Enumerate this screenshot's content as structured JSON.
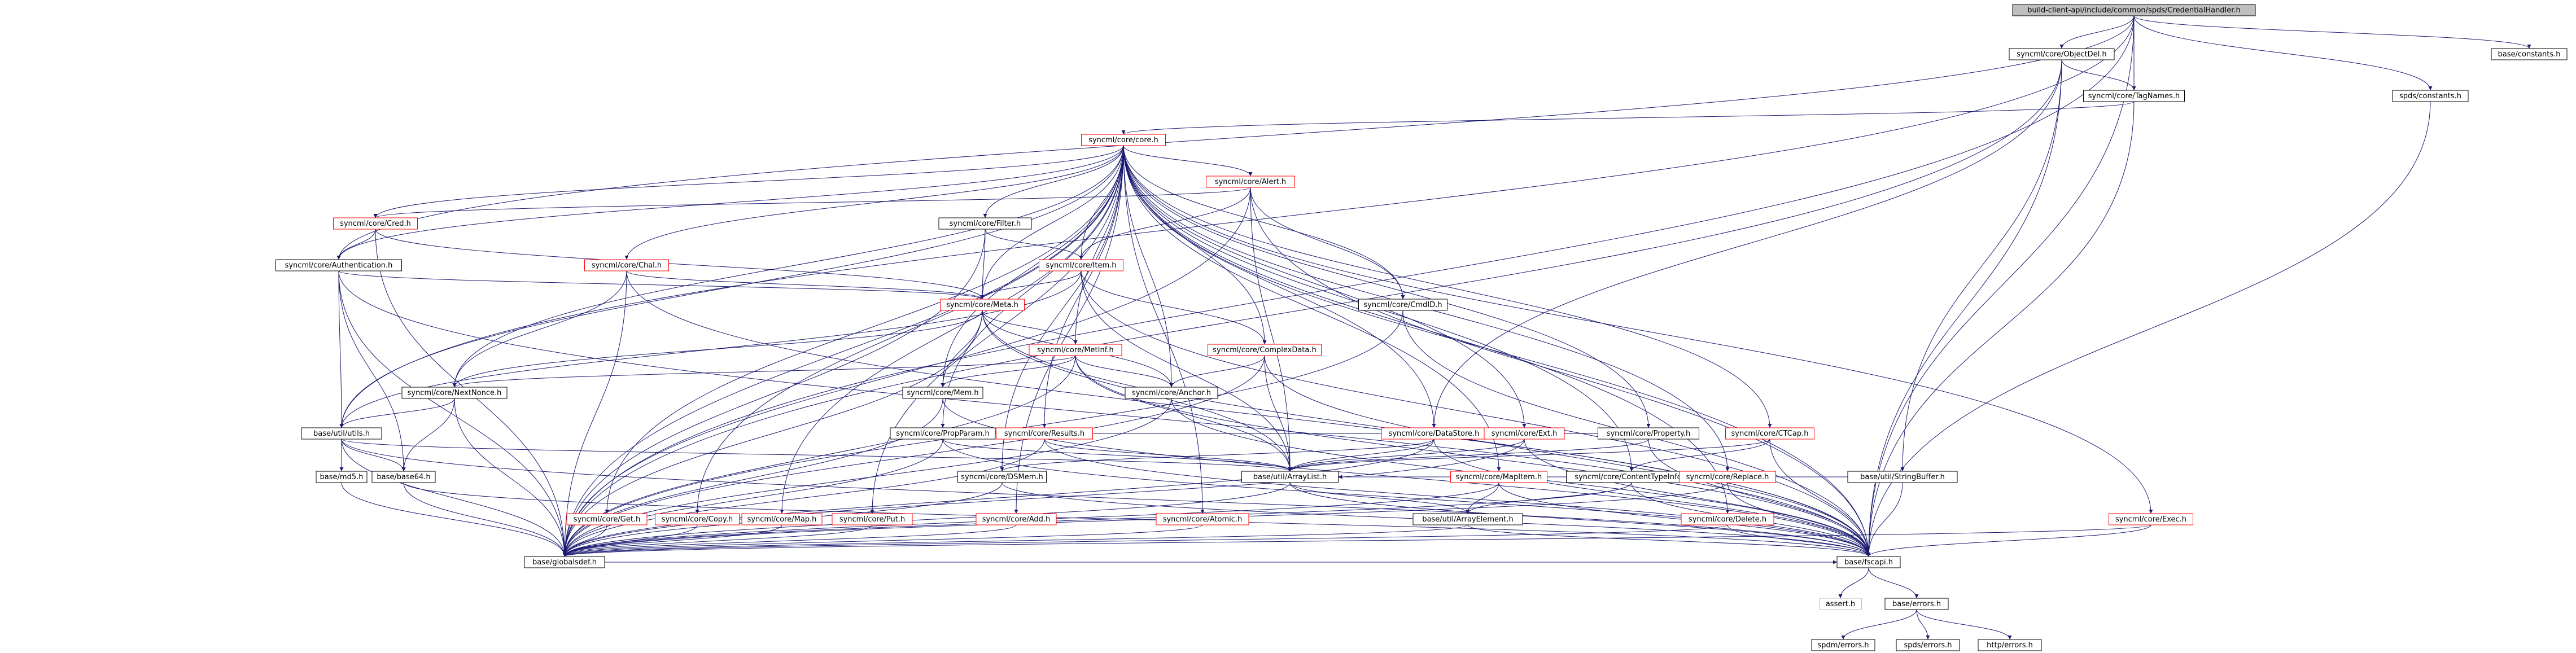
{
  "colors": {
    "background": "#ffffff",
    "edge": "#191970",
    "node_border_default": "#000000",
    "node_border_incomplete": "#ff0000",
    "node_border_missing": "#bfbfbf",
    "root_fill": "#bfbfbf",
    "text": "#000000"
  },
  "nodes": [
    {
      "id": "root",
      "label": "build-client-api/include/common/spds/CredentialHandler.h",
      "style": "root"
    },
    {
      "id": "objectdef",
      "label": "syncml/core/ObjectDel.h",
      "style": "normal"
    },
    {
      "id": "constants",
      "label": "base/constants.h",
      "style": "normal"
    },
    {
      "id": "tagnames",
      "label": "syncml/core/TagNames.h",
      "style": "normal"
    },
    {
      "id": "spdsconstants",
      "label": "spds/constants.h",
      "style": "normal"
    },
    {
      "id": "core",
      "label": "syncml/core/core.h",
      "style": "incomplete"
    },
    {
      "id": "alert",
      "label": "syncml/core/Alert.h",
      "style": "incomplete"
    },
    {
      "id": "cred",
      "label": "syncml/core/Cred.h",
      "style": "incomplete"
    },
    {
      "id": "filter",
      "label": "syncml/core/Filter.h",
      "style": "normal"
    },
    {
      "id": "authentication",
      "label": "syncml/core/Authentication.h",
      "style": "normal"
    },
    {
      "id": "chal",
      "label": "syncml/core/Chal.h",
      "style": "incomplete"
    },
    {
      "id": "item",
      "label": "syncml/core/Item.h",
      "style": "incomplete"
    },
    {
      "id": "cmdid",
      "label": "syncml/core/CmdID.h",
      "style": "normal"
    },
    {
      "id": "meta",
      "label": "syncml/core/Meta.h",
      "style": "incomplete"
    },
    {
      "id": "metinf",
      "label": "syncml/core/MetInf.h",
      "style": "incomplete"
    },
    {
      "id": "complexdata",
      "label": "syncml/core/ComplexData.h",
      "style": "incomplete"
    },
    {
      "id": "nextnonce",
      "label": "syncml/core/NextNonce.h",
      "style": "normal"
    },
    {
      "id": "mem",
      "label": "syncml/core/Mem.h",
      "style": "normal"
    },
    {
      "id": "anchor",
      "label": "syncml/core/Anchor.h",
      "style": "normal"
    },
    {
      "id": "utils",
      "label": "base/util/utils.h",
      "style": "normal"
    },
    {
      "id": "propparam",
      "label": "syncml/core/PropParam.h",
      "style": "normal"
    },
    {
      "id": "results",
      "label": "syncml/core/Results.h",
      "style": "incomplete"
    },
    {
      "id": "datastore",
      "label": "syncml/core/DataStore.h",
      "style": "incomplete"
    },
    {
      "id": "ext",
      "label": "syncml/core/Ext.h",
      "style": "incomplete"
    },
    {
      "id": "property",
      "label": "syncml/core/Property.h",
      "style": "normal"
    },
    {
      "id": "ctcap",
      "label": "syncml/core/CTCap.h",
      "style": "incomplete"
    },
    {
      "id": "md5",
      "label": "base/md5.h",
      "style": "normal"
    },
    {
      "id": "base64",
      "label": "base/base64.h",
      "style": "normal"
    },
    {
      "id": "dsmem",
      "label": "syncml/core/DSMem.h",
      "style": "normal"
    },
    {
      "id": "arraylist",
      "label": "base/util/ArrayList.h",
      "style": "normal"
    },
    {
      "id": "mapitem",
      "label": "syncml/core/MapItem.h",
      "style": "incomplete"
    },
    {
      "id": "contenttypeinfo",
      "label": "syncml/core/ContentTypeInfo.h",
      "style": "normal"
    },
    {
      "id": "replace",
      "label": "syncml/core/Replace.h",
      "style": "incomplete"
    },
    {
      "id": "stringbuffer",
      "label": "base/util/StringBuffer.h",
      "style": "normal"
    },
    {
      "id": "get",
      "label": "syncml/core/Get.h",
      "style": "incomplete"
    },
    {
      "id": "copy",
      "label": "syncml/core/Copy.h",
      "style": "incomplete"
    },
    {
      "id": "map",
      "label": "syncml/core/Map.h",
      "style": "incomplete"
    },
    {
      "id": "put",
      "label": "syncml/core/Put.h",
      "style": "incomplete"
    },
    {
      "id": "add",
      "label": "syncml/core/Add.h",
      "style": "incomplete"
    },
    {
      "id": "atomic",
      "label": "syncml/core/Atomic.h",
      "style": "incomplete"
    },
    {
      "id": "arrayelement",
      "label": "base/util/ArrayElement.h",
      "style": "normal"
    },
    {
      "id": "delete",
      "label": "syncml/core/Delete.h",
      "style": "incomplete"
    },
    {
      "id": "exec",
      "label": "syncml/core/Exec.h",
      "style": "incomplete"
    },
    {
      "id": "globaldef",
      "label": "base/globalsdef.h",
      "style": "normal"
    },
    {
      "id": "fscapi",
      "label": "base/fscapi.h",
      "style": "normal"
    },
    {
      "id": "assert",
      "label": "assert.h",
      "style": "missing"
    },
    {
      "id": "baseerrors",
      "label": "base/errors.h",
      "style": "normal"
    },
    {
      "id": "spdmerrors",
      "label": "spdm/errors.h",
      "style": "normal"
    },
    {
      "id": "spdserrors",
      "label": "spds/errors.h",
      "style": "normal"
    },
    {
      "id": "httperrors",
      "label": "http/errors.h",
      "style": "normal"
    }
  ],
  "edges": [
    [
      "root",
      "objectdef"
    ],
    [
      "root",
      "constants"
    ],
    [
      "root",
      "tagnames"
    ],
    [
      "root",
      "spdsconstants"
    ],
    [
      "root",
      "utils"
    ],
    [
      "root",
      "globaldef"
    ],
    [
      "root",
      "fscapi"
    ],
    [
      "root",
      "authentication"
    ],
    [
      "objectdef",
      "tagnames"
    ],
    [
      "objectdef",
      "stringbuffer"
    ],
    [
      "objectdef",
      "fscapi"
    ],
    [
      "objectdef",
      "globaldef"
    ],
    [
      "objectdef",
      "datastore"
    ],
    [
      "tagnames",
      "core"
    ],
    [
      "tagnames",
      "fscapi"
    ],
    [
      "spdsconstants",
      "fscapi"
    ],
    [
      "core",
      "alert"
    ],
    [
      "core",
      "cred"
    ],
    [
      "core",
      "filter"
    ],
    [
      "core",
      "authentication"
    ],
    [
      "core",
      "chal"
    ],
    [
      "core",
      "item"
    ],
    [
      "core",
      "cmdid"
    ],
    [
      "core",
      "meta"
    ],
    [
      "core",
      "metinf"
    ],
    [
      "core",
      "complexdata"
    ],
    [
      "core",
      "nextnonce"
    ],
    [
      "core",
      "mem"
    ],
    [
      "core",
      "anchor"
    ],
    [
      "core",
      "propparam"
    ],
    [
      "core",
      "results"
    ],
    [
      "core",
      "datastore"
    ],
    [
      "core",
      "ext"
    ],
    [
      "core",
      "property"
    ],
    [
      "core",
      "ctcap"
    ],
    [
      "core",
      "dsmem"
    ],
    [
      "core",
      "mapitem"
    ],
    [
      "core",
      "contenttypeinfo"
    ],
    [
      "core",
      "replace"
    ],
    [
      "core",
      "get"
    ],
    [
      "core",
      "copy"
    ],
    [
      "core",
      "map"
    ],
    [
      "core",
      "put"
    ],
    [
      "core",
      "add"
    ],
    [
      "core",
      "atomic"
    ],
    [
      "core",
      "delete"
    ],
    [
      "core",
      "exec"
    ],
    [
      "core",
      "fscapi"
    ],
    [
      "core",
      "globaldef"
    ],
    [
      "core",
      "utils"
    ],
    [
      "alert",
      "cred"
    ],
    [
      "alert",
      "item"
    ],
    [
      "alert",
      "cmdid"
    ],
    [
      "alert",
      "arraylist"
    ],
    [
      "alert",
      "fscapi"
    ],
    [
      "alert",
      "globaldef"
    ],
    [
      "cred",
      "authentication"
    ],
    [
      "cred",
      "meta"
    ],
    [
      "cred",
      "globaldef"
    ],
    [
      "filter",
      "item"
    ],
    [
      "filter",
      "meta"
    ],
    [
      "filter",
      "globaldef"
    ],
    [
      "authentication",
      "meta"
    ],
    [
      "authentication",
      "utils"
    ],
    [
      "authentication",
      "base64"
    ],
    [
      "authentication",
      "globaldef"
    ],
    [
      "authentication",
      "fscapi"
    ],
    [
      "chal",
      "meta"
    ],
    [
      "chal",
      "nextnonce"
    ],
    [
      "chal",
      "globaldef"
    ],
    [
      "chal",
      "fscapi"
    ],
    [
      "item",
      "meta"
    ],
    [
      "item",
      "complexdata"
    ],
    [
      "item",
      "utils"
    ],
    [
      "item",
      "arraylist"
    ],
    [
      "item",
      "fscapi"
    ],
    [
      "cmdid",
      "globaldef"
    ],
    [
      "cmdid",
      "fscapi"
    ],
    [
      "meta",
      "metinf"
    ],
    [
      "meta",
      "mem"
    ],
    [
      "meta",
      "anchor"
    ],
    [
      "meta",
      "nextnonce"
    ],
    [
      "meta",
      "arraylist"
    ],
    [
      "meta",
      "globaldef"
    ],
    [
      "meta",
      "fscapi"
    ],
    [
      "metinf",
      "mem"
    ],
    [
      "metinf",
      "anchor"
    ],
    [
      "metinf",
      "nextnonce"
    ],
    [
      "metinf",
      "arraylist"
    ],
    [
      "metinf",
      "globaldef"
    ],
    [
      "metinf",
      "fscapi"
    ],
    [
      "complexdata",
      "anchor"
    ],
    [
      "complexdata",
      "arraylist"
    ],
    [
      "complexdata",
      "globaldef"
    ],
    [
      "complexdata",
      "fscapi"
    ],
    [
      "nextnonce",
      "utils"
    ],
    [
      "nextnonce",
      "base64"
    ],
    [
      "nextnonce",
      "globaldef"
    ],
    [
      "mem",
      "globaldef"
    ],
    [
      "mem",
      "fscapi"
    ],
    [
      "anchor",
      "globaldef"
    ],
    [
      "anchor",
      "fscapi"
    ],
    [
      "utils",
      "md5"
    ],
    [
      "utils",
      "base64"
    ],
    [
      "utils",
      "arraylist"
    ],
    [
      "utils",
      "globaldef"
    ],
    [
      "utils",
      "fscapi"
    ],
    [
      "propparam",
      "arraylist"
    ],
    [
      "propparam",
      "globaldef"
    ],
    [
      "propparam",
      "fscapi"
    ],
    [
      "results",
      "arraylist"
    ],
    [
      "results",
      "globaldef"
    ],
    [
      "results",
      "fscapi"
    ],
    [
      "datastore",
      "dsmem"
    ],
    [
      "datastore",
      "arraylist"
    ],
    [
      "datastore",
      "globaldef"
    ],
    [
      "datastore",
      "fscapi"
    ],
    [
      "ext",
      "arraylist"
    ],
    [
      "ext",
      "globaldef"
    ],
    [
      "ext",
      "fscapi"
    ],
    [
      "property",
      "propparam"
    ],
    [
      "property",
      "arraylist"
    ],
    [
      "property",
      "fscapi"
    ],
    [
      "ctcap",
      "contenttypeinfo"
    ],
    [
      "ctcap",
      "arraylist"
    ],
    [
      "ctcap",
      "fscapi"
    ],
    [
      "md5",
      "globaldef"
    ],
    [
      "base64",
      "globaldef"
    ],
    [
      "base64",
      "fscapi"
    ],
    [
      "dsmem",
      "globaldef"
    ],
    [
      "dsmem",
      "fscapi"
    ],
    [
      "arraylist",
      "arrayelement"
    ],
    [
      "arraylist",
      "globaldef"
    ],
    [
      "arraylist",
      "fscapi"
    ],
    [
      "mapitem",
      "arrayelement"
    ],
    [
      "mapitem",
      "globaldef"
    ],
    [
      "mapitem",
      "fscapi"
    ],
    [
      "contenttypeinfo",
      "arrayelement"
    ],
    [
      "contenttypeinfo",
      "globaldef"
    ],
    [
      "contenttypeinfo",
      "fscapi"
    ],
    [
      "replace",
      "arraylist"
    ],
    [
      "replace",
      "globaldef"
    ],
    [
      "replace",
      "fscapi"
    ],
    [
      "stringbuffer",
      "arraylist"
    ],
    [
      "stringbuffer",
      "fscapi"
    ],
    [
      "get",
      "globaldef"
    ],
    [
      "copy",
      "globaldef"
    ],
    [
      "map",
      "globaldef"
    ],
    [
      "put",
      "globaldef"
    ],
    [
      "add",
      "globaldef"
    ],
    [
      "atomic",
      "globaldef"
    ],
    [
      "arrayelement",
      "globaldef"
    ],
    [
      "arrayelement",
      "fscapi"
    ],
    [
      "delete",
      "globaldef"
    ],
    [
      "delete",
      "fscapi"
    ],
    [
      "exec",
      "globaldef"
    ],
    [
      "exec",
      "fscapi"
    ],
    [
      "globaldef",
      "fscapi"
    ],
    [
      "fscapi",
      "assert"
    ],
    [
      "fscapi",
      "baseerrors"
    ],
    [
      "baseerrors",
      "spdmerrors"
    ],
    [
      "baseerrors",
      "spdserrors"
    ],
    [
      "baseerrors",
      "httperrors"
    ]
  ]
}
